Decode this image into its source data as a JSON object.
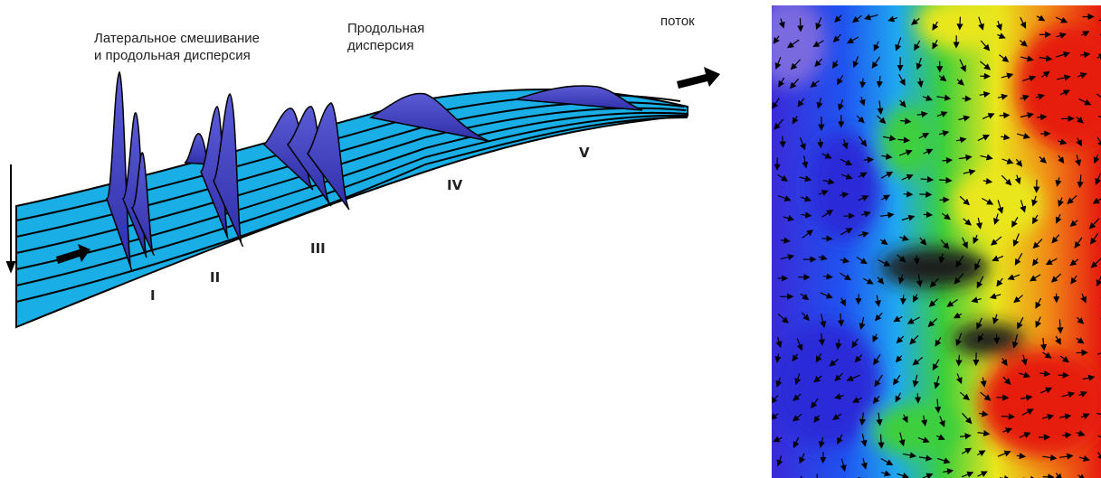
{
  "labels": {
    "lateral": "Латеральное смешивание\nи продольная дисперсия",
    "longitudinal": "Продольная\nдисперсия",
    "flow": "поток"
  },
  "stages": [
    "I",
    "II",
    "III",
    "IV",
    "V"
  ],
  "colors": {
    "channel": "#19aee6",
    "plume": "#3b3cc0",
    "line": "#000000"
  },
  "heatmap_colors": [
    "#2a2ad8",
    "#1fa8f0",
    "#3ccf3c",
    "#e9e61c",
    "#f08a16",
    "#e61a10",
    "#1a1a1a"
  ]
}
